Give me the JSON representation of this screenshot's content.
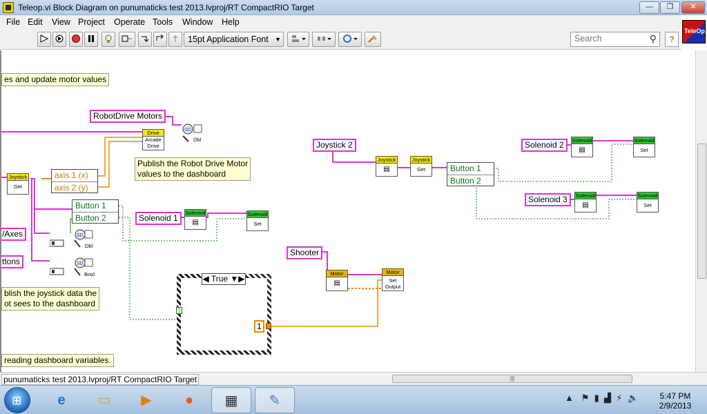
{
  "window": {
    "title": "Teleop.vi Block Diagram on punumaticks test 2013.lvproj/RT CompactRIO Target"
  },
  "menu": [
    "File",
    "Edit",
    "View",
    "Project",
    "Operate",
    "Tools",
    "Window",
    "Help"
  ],
  "toolbar": {
    "font": "15pt Application Font",
    "search_placeholder": "Search",
    "help": "?"
  },
  "teleop_icon": "TeleOp",
  "diagram": {
    "labels": {
      "robotdrive_motors": "RobotDrive Motors",
      "joystick2": "Joystick 2",
      "solenoid1": "Solenoid 1",
      "solenoid2": "Solenoid 2",
      "solenoid3": "Solenoid 3",
      "shooter": "Shooter",
      "axes": "/Axes",
      "buttons": "ttons"
    },
    "comments": {
      "update_motor": "es and update motor values",
      "publish_motor_l1": "Publish the Robot Drive Motor",
      "publish_motor_l2": "values to the dashboard",
      "publish_joy_l1": "blish the joystick data the",
      "publish_joy_l2": "ot sees to the dashboard",
      "reading": "reading dashboard variables."
    },
    "vis": {
      "drive_hdr": "Drive",
      "drive_body": "Arcade Drive",
      "joystick_hdr": "Joystick",
      "get": "Get",
      "solenoid_hdr": "Solenoid",
      "set": "Set",
      "motor_hdr": "Motor",
      "set_output": "Set Output",
      "sd": "SD",
      "dbl": "Dbl",
      "bool": "Bool"
    },
    "clusters": {
      "axis1": "axis 1 (x)",
      "axis2": "axis 2 (y)",
      "button1": "Button 1",
      "button2": "Button 2"
    },
    "case": {
      "selector": "True",
      "constant": "1",
      "tunnel": "?"
    }
  },
  "bottom": {
    "path": "punumaticks test 2013.lvproj/RT CompactRIO Target",
    "scroll_grip": "|||"
  },
  "taskbar": {
    "time": "5:47 PM",
    "date": "2/9/2013"
  }
}
